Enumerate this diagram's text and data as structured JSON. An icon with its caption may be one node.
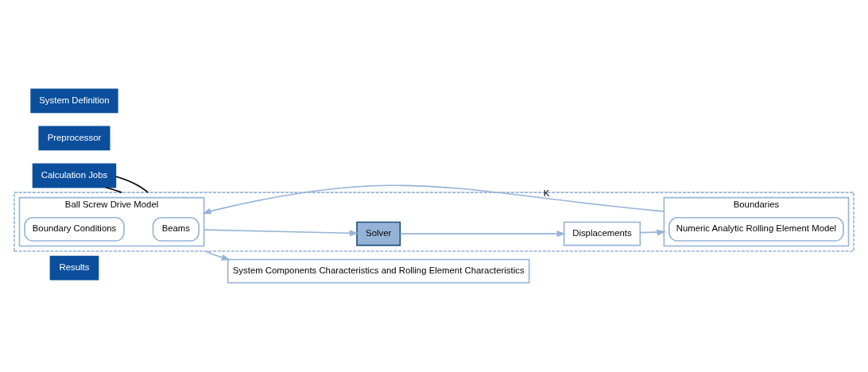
{
  "diagram": {
    "nodes": [
      {
        "text": [
          "System Definition"
        ]
      },
      {
        "text": [
          "Preprocessor"
        ]
      },
      {
        "text": [
          "Calculation Jobs"
        ]
      },
      {
        "text": [
          "Results"
        ]
      },
      {
        "text": [],
        "shape": "box"
      },
      {
        "text": [
          "Ball Screw Drive Model"
        ],
        "in": 4
      },
      {
        "text": [
          "Beams"
        ],
        "in": 5
      },
      {
        "text": [
          "Boundary Conditions"
        ],
        "in": 5
      },
      {
        "text": [
          "Boundaries"
        ],
        "in": 4
      },
      {
        "text": [
          "Numeric Analytic Rolling Element Model"
        ],
        "in": 8
      },
      {
        "text": [
          "Displacements"
        ],
        "in": 4
      },
      {
        "text": [
          "Solver"
        ],
        "in": 4
      },
      {
        "text": [
          "System Components Characteristics and Rolling Element Characteristics"
        ]
      }
    ],
    "edges": [
      {
        "from": 2,
        "to": 4,
        "arrow": "none",
        "color": "#000000"
      },
      {
        "from": 2,
        "to": 4,
        "arrow": "none",
        "color": "#000000"
      },
      {
        "from": 8,
        "to": 5,
        "arrow": "to",
        "label": "K"
      },
      {
        "from": 5,
        "to": 11,
        "arrow": "to"
      },
      {
        "from": 11,
        "to": 10,
        "arrow": "to"
      },
      {
        "from": 10,
        "to": 8,
        "arrow": "to"
      },
      {
        "from": 4,
        "to": 12,
        "arrow": "to"
      }
    ]
  }
}
